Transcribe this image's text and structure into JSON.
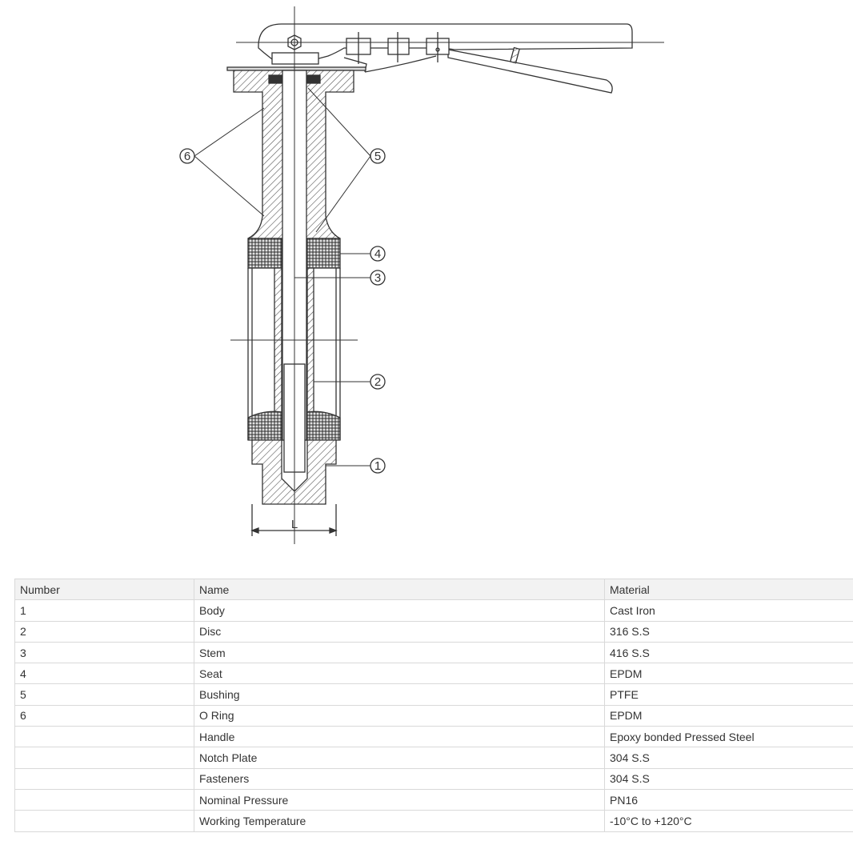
{
  "drawing": {
    "callouts": [
      "1",
      "2",
      "3",
      "4",
      "5",
      "6"
    ],
    "dimension_label": "L"
  },
  "table": {
    "headers": [
      "Number",
      "Name",
      "Material"
    ],
    "rows": [
      [
        "1",
        "Body",
        "Cast Iron"
      ],
      [
        "2",
        "Disc",
        "316 S.S"
      ],
      [
        "3",
        "Stem",
        "416 S.S"
      ],
      [
        "4",
        "Seat",
        "EPDM"
      ],
      [
        "5",
        "Bushing",
        "PTFE"
      ],
      [
        "6",
        "O Ring",
        "EPDM"
      ],
      [
        "",
        "Handle",
        "Epoxy bonded Pressed Steel"
      ],
      [
        "",
        "Notch Plate",
        "304 S.S"
      ],
      [
        "",
        "Fasteners",
        "304 S.S"
      ],
      [
        "",
        "Nominal Pressure",
        "PN16"
      ],
      [
        "",
        "Working Temperature",
        "-10°C to +120°C"
      ]
    ]
  }
}
